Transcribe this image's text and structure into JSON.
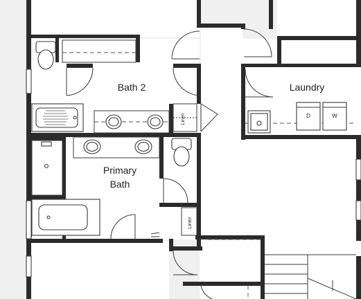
{
  "rooms": {
    "bath2": "Bath 2",
    "laundry": "Laundry",
    "primary_bath_line1": "Primary",
    "primary_bath_line2": "Bath",
    "linen_upper": "Linen",
    "linen_lower": "Linen"
  },
  "appliances": {
    "dryer": "D",
    "washer": "W"
  },
  "colors": {
    "wall": "#2b2b2b",
    "background": "#ffffff",
    "fixture_stroke": "#3a3a3a"
  }
}
